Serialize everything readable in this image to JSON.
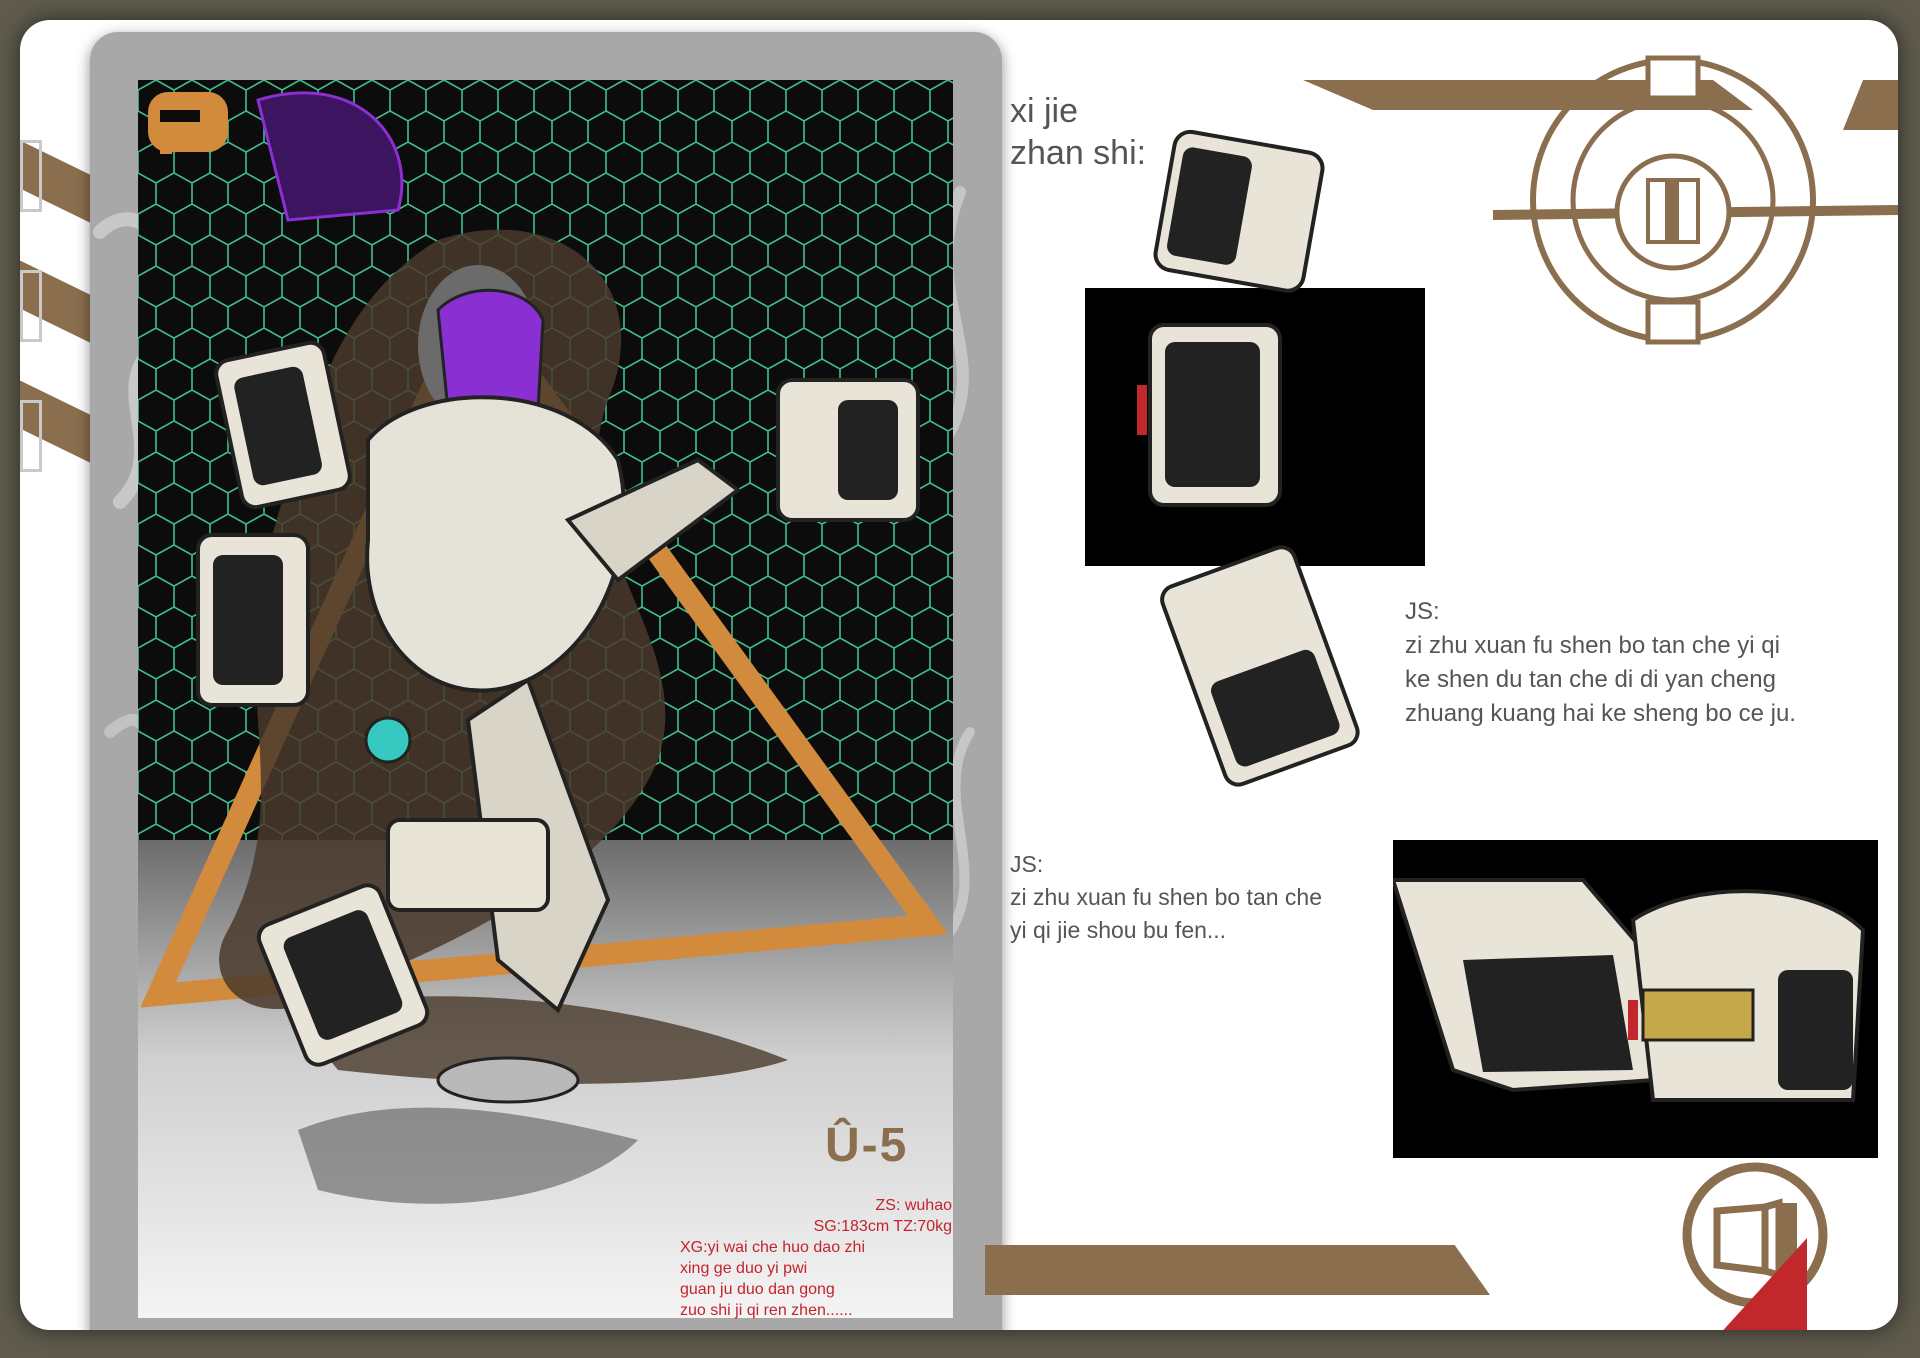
{
  "card": {
    "model_tag": "Û-5",
    "stats": {
      "zs": "ZS:  wuhao",
      "sg_tz": "SG:183cm TZ:70kg",
      "xg_lines": [
        "XG:yi wai che huo dao zhi",
        "xing ge duo yi pwi",
        "guan ju duo dan gong",
        "zuo shi ji qi ren zhen......"
      ]
    }
  },
  "detail": {
    "heading_line1": "xi jie",
    "heading_line2": "zhan shi:"
  },
  "notes": [
    {
      "label": "JS:",
      "lines": [
        "zi zhu xuan fu shen bo tan che yi qi",
        "ke shen du tan che di di yan cheng",
        "zhuang kuang hai ke sheng bo ce ju."
      ]
    },
    {
      "label": "JS:",
      "lines": [
        "zi zhu xuan fu shen bo tan che",
        "yi qi jie shou bu fen..."
      ]
    }
  ],
  "colors": {
    "brand_brown": "#8a6e4e",
    "accent_orange": "#d28a3d",
    "stat_red": "#c5232d",
    "corner_red": "#c0282c",
    "hex_green": "#3fbf8f",
    "visor_purple": "#8a2fd1"
  },
  "icons": [
    "gear-emblem-icon",
    "cube-logo-icon",
    "p-logo-icon"
  ]
}
